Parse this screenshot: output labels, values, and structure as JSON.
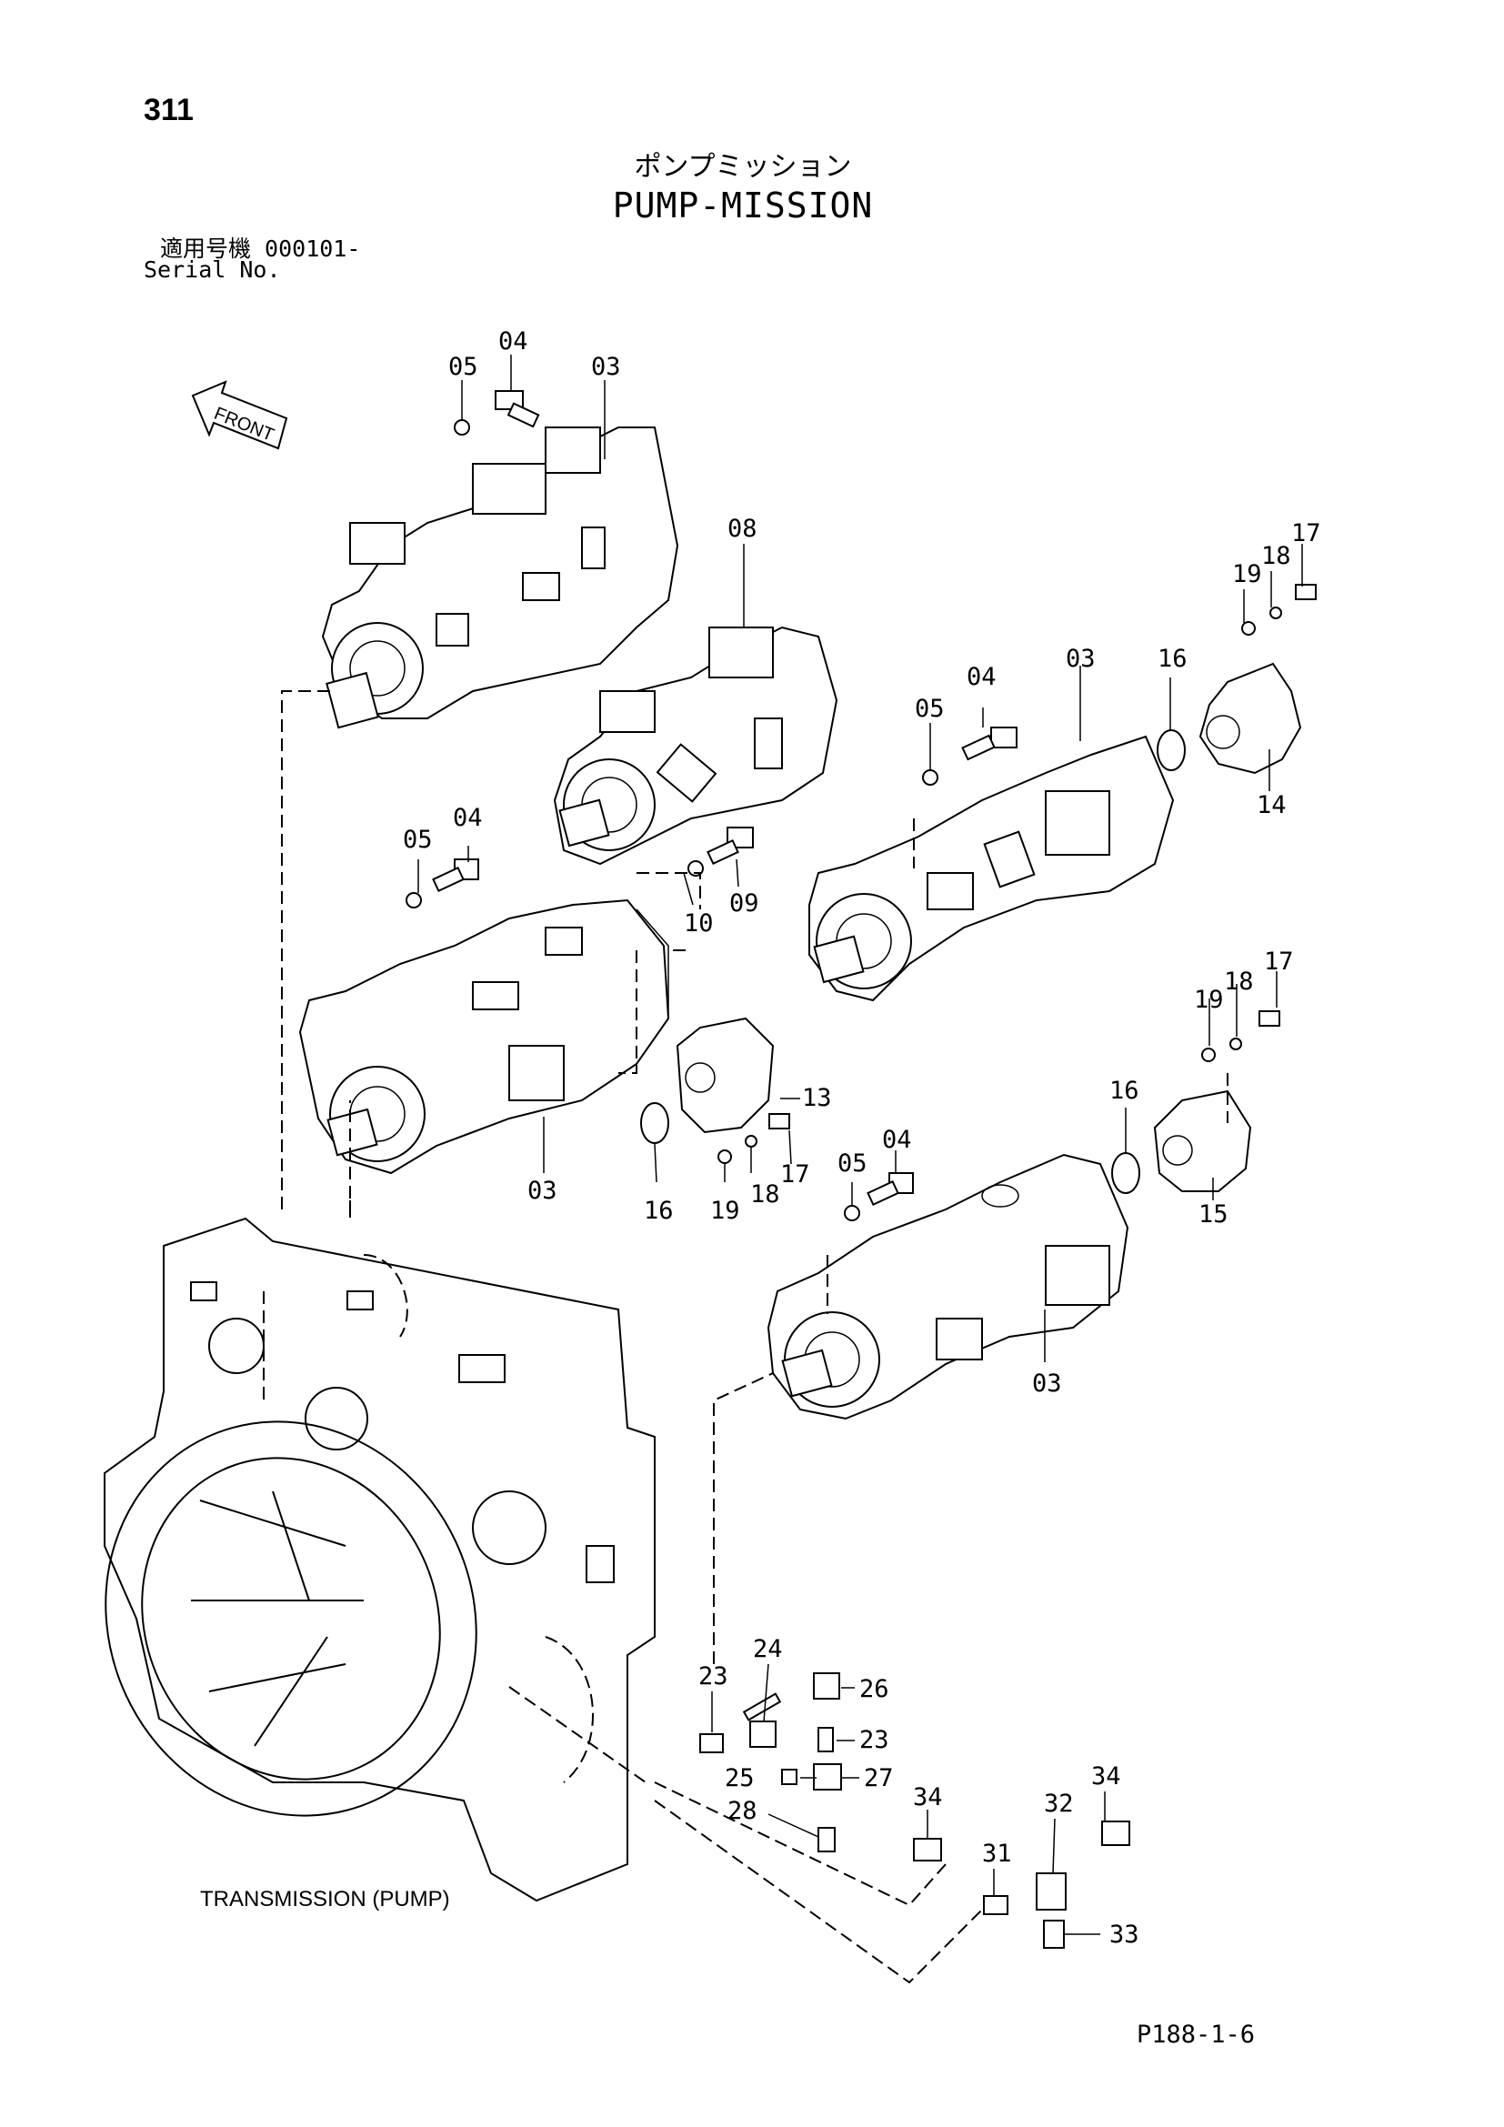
{
  "page_number": "311",
  "title_jp": "ポンプミッション",
  "title_en": "PUMP-MISSION",
  "serial_jp": "適用号機  000101-",
  "serial_en": "Serial No.",
  "front_label": "FRONT",
  "transmission_label": "TRANSMISSION (PUMP)",
  "footer": "P188-1-6",
  "callouts": {
    "c05a": "05",
    "c04a": "04",
    "c03a": "03",
    "c08": "08",
    "c19a": "19",
    "c18a": "18",
    "c17a": "17",
    "c05b": "05",
    "c04b": "04",
    "c03b": "03",
    "c16a": "16",
    "c14": "14",
    "c05c": "05",
    "c04c": "04",
    "c10": "10",
    "c09": "09",
    "c19b": "19",
    "c18b": "18",
    "c17b": "17",
    "c16b": "16",
    "c13": "13",
    "c03c": "03",
    "c16c": "16",
    "c19c": "19",
    "c18c": "18",
    "c17c": "17",
    "c05d": "05",
    "c04d": "04",
    "c15": "15",
    "c03d": "03",
    "c24": "24",
    "c23a": "23",
    "c26": "26",
    "c23b": "23",
    "c25": "25",
    "c27": "27",
    "c28": "28",
    "c34a": "34",
    "c31": "31",
    "c32": "32",
    "c34b": "34",
    "c33": "33"
  }
}
